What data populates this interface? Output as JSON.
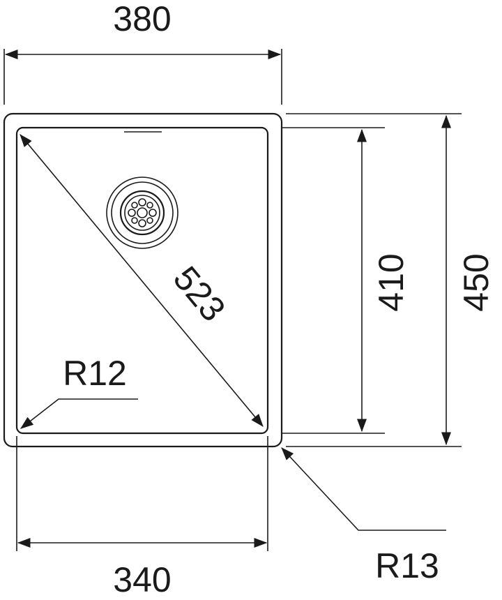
{
  "drawing": {
    "dimensions": {
      "outer_width": "380",
      "inner_width": "340",
      "outer_height": "450",
      "inner_height": "410",
      "diagonal": "523",
      "inner_radius": "R12",
      "outer_radius": "R13"
    },
    "colors": {
      "ink": "#1a1a1a",
      "background": "#ffffff"
    }
  }
}
